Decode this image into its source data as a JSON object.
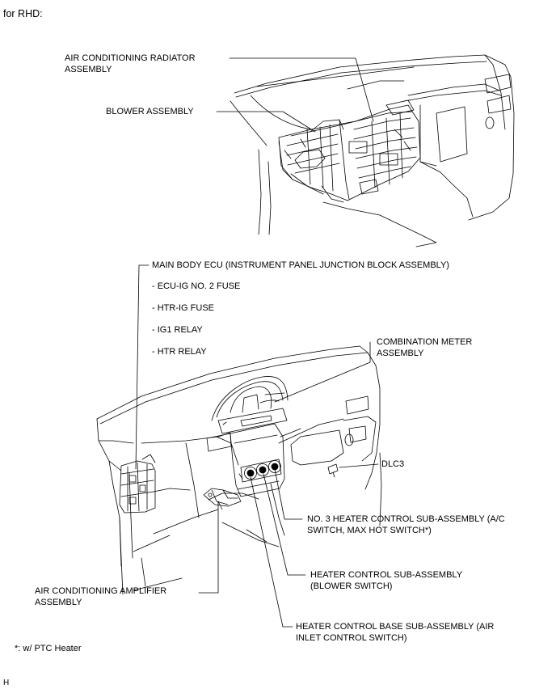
{
  "header": {
    "text": "for RHD:"
  },
  "top_view": {
    "radiator_label": [
      "AIR CONDITIONING RADIATOR",
      "ASSEMBLY"
    ],
    "blower_label": "BLOWER ASSEMBLY"
  },
  "bottom_view": {
    "main_body_ecu": "MAIN BODY ECU (INSTRUMENT PANEL JUNCTION BLOCK ASSEMBLY)",
    "sub_items": [
      "- ECU-IG NO. 2 FUSE",
      "- HTR-IG FUSE",
      "- IG1 RELAY",
      "- HTR RELAY"
    ],
    "combination_meter": [
      "COMBINATION METER",
      "ASSEMBLY"
    ],
    "dlc3": "DLC3",
    "no3_heater_control": [
      "NO. 3 HEATER CONTROL SUB-ASSEMBLY (A/C",
      "SWITCH, MAX HOT SWITCH*)"
    ],
    "heater_control": [
      "HEATER CONTROL SUB-ASSEMBLY",
      "(BLOWER SWITCH)"
    ],
    "ac_amplifier": [
      "AIR CONDITIONING AMPLIFIER",
      "ASSEMBLY"
    ],
    "heater_control_base": [
      "HEATER CONTROL BASE SUB-ASSEMBLY (AIR",
      "INLET CONTROL SWITCH)"
    ]
  },
  "footnote": "*: w/ PTC Heater",
  "corner_mark": "H"
}
